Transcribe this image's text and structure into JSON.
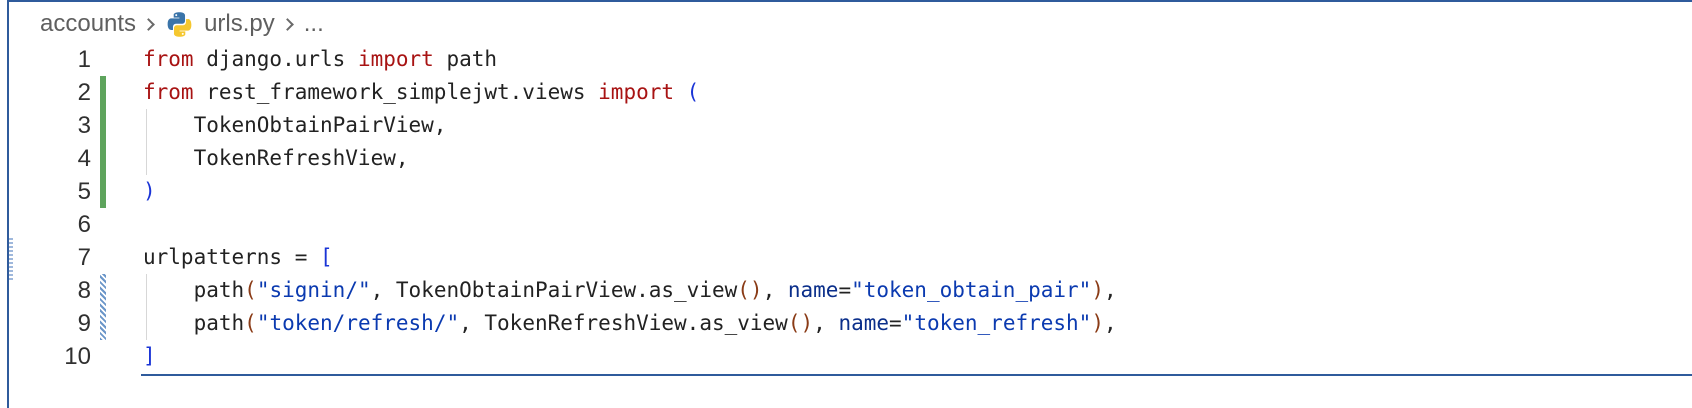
{
  "breadcrumb": {
    "folder": "accounts",
    "file": "urls.py",
    "more": "..."
  },
  "icons": {
    "file_type": "python-icon",
    "separator": "chevron-right-icon"
  },
  "colors": {
    "keyword": "#a81313",
    "string": "#0b3ab0",
    "bracket": "#1a34d6",
    "call_paren": "#8a3b16",
    "parameter": "#0a2e8a",
    "added_gutter": "#5ea45d",
    "modified_gutter": "#6b96c9",
    "focus_border": "#2f5b9c"
  },
  "editor": {
    "lines": [
      {
        "number": "1",
        "tokens": [
          {
            "t": "from",
            "c": "kw"
          },
          {
            "t": " django.urls ",
            "c": ""
          },
          {
            "t": "import",
            "c": "kw"
          },
          {
            "t": " path",
            "c": ""
          }
        ]
      },
      {
        "number": "2",
        "tokens": [
          {
            "t": "from",
            "c": "kw"
          },
          {
            "t": " rest_framework_simplejwt.views ",
            "c": ""
          },
          {
            "t": "import",
            "c": "kw"
          },
          {
            "t": " ",
            "c": ""
          },
          {
            "t": "(",
            "c": "bracket-blue"
          }
        ]
      },
      {
        "number": "3",
        "tokens": [
          {
            "t": "    TokenObtainPairView,",
            "c": ""
          }
        ]
      },
      {
        "number": "4",
        "tokens": [
          {
            "t": "    TokenRefreshView,",
            "c": ""
          }
        ]
      },
      {
        "number": "5",
        "tokens": [
          {
            "t": ")",
            "c": "bracket-blue"
          }
        ]
      },
      {
        "number": "6",
        "tokens": []
      },
      {
        "number": "7",
        "tokens": [
          {
            "t": "urlpatterns = ",
            "c": ""
          },
          {
            "t": "[",
            "c": "bracket-blue"
          }
        ]
      },
      {
        "number": "8",
        "tokens": [
          {
            "t": "    path",
            "c": ""
          },
          {
            "t": "(",
            "c": "paren-brown"
          },
          {
            "t": "\"signin/\"",
            "c": "str"
          },
          {
            "t": ", TokenObtainPairView.as_view",
            "c": ""
          },
          {
            "t": "()",
            "c": "paren-brown"
          },
          {
            "t": ", ",
            "c": ""
          },
          {
            "t": "name",
            "c": "param"
          },
          {
            "t": "=",
            "c": ""
          },
          {
            "t": "\"token_obtain_pair\"",
            "c": "str"
          },
          {
            "t": ")",
            "c": "paren-brown"
          },
          {
            "t": ",",
            "c": ""
          }
        ]
      },
      {
        "number": "9",
        "tokens": [
          {
            "t": "    path",
            "c": ""
          },
          {
            "t": "(",
            "c": "paren-brown"
          },
          {
            "t": "\"token/refresh/\"",
            "c": "str"
          },
          {
            "t": ", TokenRefreshView.as_view",
            "c": ""
          },
          {
            "t": "()",
            "c": "paren-brown"
          },
          {
            "t": ", ",
            "c": ""
          },
          {
            "t": "name",
            "c": "param"
          },
          {
            "t": "=",
            "c": ""
          },
          {
            "t": "\"token_refresh\"",
            "c": "str"
          },
          {
            "t": ")",
            "c": "paren-brown"
          },
          {
            "t": ",",
            "c": ""
          }
        ]
      },
      {
        "number": "10",
        "tokens": [
          {
            "t": "]",
            "c": "bracket-blue"
          }
        ]
      }
    ]
  }
}
